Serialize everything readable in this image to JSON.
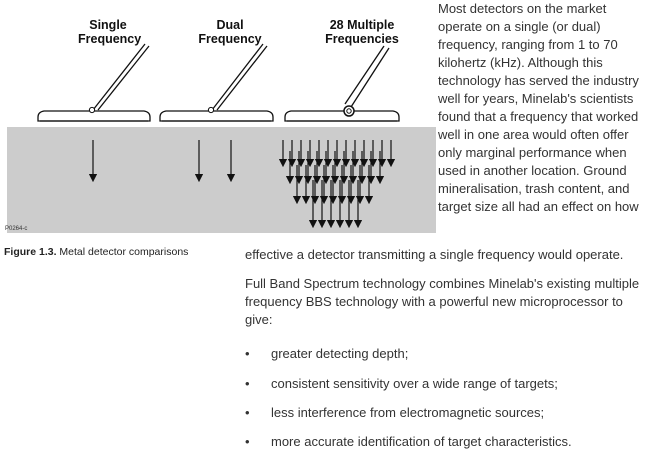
{
  "figure": {
    "labels": {
      "single": [
        "Single",
        "Frequency"
      ],
      "dual": [
        "Dual",
        "Frequency"
      ],
      "multiple": [
        "28 Multiple",
        "Frequencies"
      ]
    },
    "figure_id": "P0264-c",
    "caption_number": "Figure 1.3.",
    "caption_text": " Metal detector comparisons"
  },
  "body": {
    "paragraph1_right": "Most detectors on the market operate on a single (or dual) frequency, ranging from 1 to 70 kilohertz (kHz). Although this technology has served the industry well for years, Minelab's scientists found that a frequency that worked well in one area would often offer only marginal performance when used in another location. Ground mineralisation, trash content, and target size all had an effect on how",
    "paragraph1_tail": "effective a detector transmitting a single frequency would operate.",
    "paragraph2": "Full Band Spectrum technology combines Minelab's existing multiple frequency BBS technology with  a powerful new microprocessor to give:",
    "bullet_symbol": "•",
    "bullets": [
      "greater detecting depth;",
      "consistent sensitivity over a wide range of targets;",
      "less interference from electromagnetic sources;",
      "more accurate identification of target characteristics."
    ]
  },
  "colors": {
    "ground": "#cccccc",
    "ink": "#111111",
    "text": "#333333"
  }
}
